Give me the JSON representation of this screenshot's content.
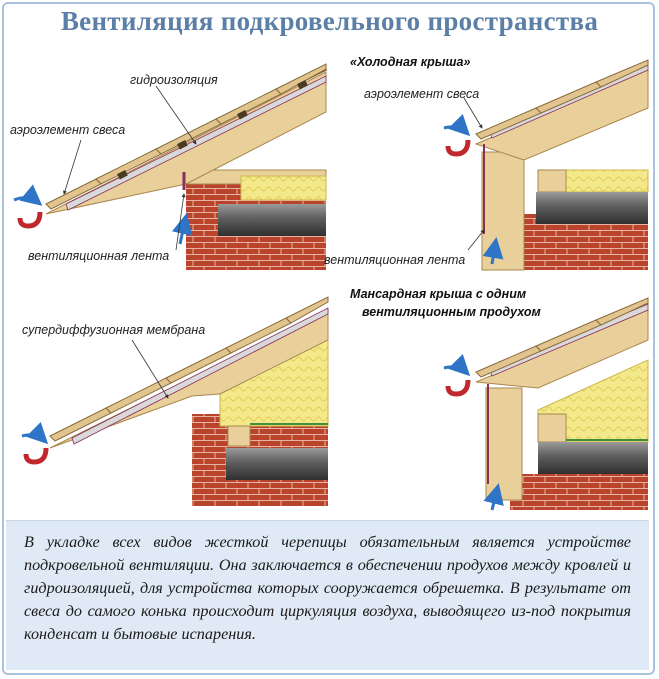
{
  "title": "Вентиляция подкровельного пространства",
  "panels": {
    "top_left": {
      "label_membrane": "гидроизоляция",
      "label_aero": "аэроэлемент свеса",
      "label_tape": "вентиляционная лента"
    },
    "top_right": {
      "header": "«Холодная крыша»",
      "label_aero": "аэроэлемент свеса",
      "label_tape": "вентиляционная лента"
    },
    "bottom_left": {
      "label_membrane": "супердиффузионная мембрана"
    },
    "bottom_right": {
      "header_line1": "Мансардная крыша с одним",
      "header_line2": "вентиляционным продухом"
    }
  },
  "caption": "В укладке всех видов жесткой черепицы обязательным является устройстве подкровельной вентиляции. Она заключается в обеспечении продухов между кровлей и гидроизоляцией, для устройства которых сооружается обрешетка. В результате от свеса до самого конька происходит циркуляция воздуха, выводящего из-под покрытия конденсат и бытовые испарения.",
  "colors": {
    "title": "#5b7fa6",
    "frame": "#a9c3df",
    "caption_bg": "#dfeaf6",
    "wood": "#e9cf9a",
    "brick": "#b9432b",
    "insulation": "#f3e88a",
    "beam": "#6f6f6f",
    "membrane": "#8a2f5a",
    "gutter": "#c0282d",
    "airflow": "#2e74c7"
  }
}
